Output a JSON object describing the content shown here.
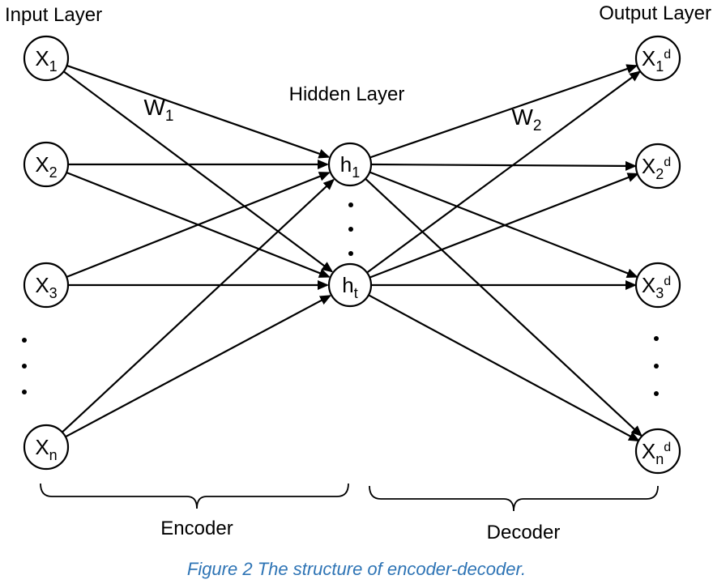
{
  "figure": {
    "layers": {
      "input_label": "Input Layer",
      "hidden_label": "Hidden Layer",
      "output_label": "Output Layer"
    },
    "weights": {
      "w1": {
        "base": "W",
        "sub": "1"
      },
      "w2": {
        "base": "W",
        "sub": "2"
      }
    },
    "nodes": {
      "input": [
        {
          "base": "X",
          "sub": "1"
        },
        {
          "base": "X",
          "sub": "2"
        },
        {
          "base": "X",
          "sub": "3"
        },
        {
          "base": "X",
          "sub": "n"
        }
      ],
      "hidden": [
        {
          "base": "h",
          "sub": "1"
        },
        {
          "base": "h",
          "sub": "t"
        }
      ],
      "output": [
        {
          "base": "X",
          "sub": "1",
          "sup": "d"
        },
        {
          "base": "X",
          "sub": "2",
          "sup": "d"
        },
        {
          "base": "X",
          "sub": "3",
          "sup": "d"
        },
        {
          "base": "X",
          "sub": "n",
          "sup": "d"
        }
      ]
    },
    "groups": {
      "encoder": "Encoder",
      "decoder": "Decoder"
    },
    "caption": "Figure 2 The structure of encoder-decoder.",
    "colors": {
      "caption_text": "#2E74B5",
      "stroke": "#000000",
      "background": "#ffffff"
    }
  }
}
